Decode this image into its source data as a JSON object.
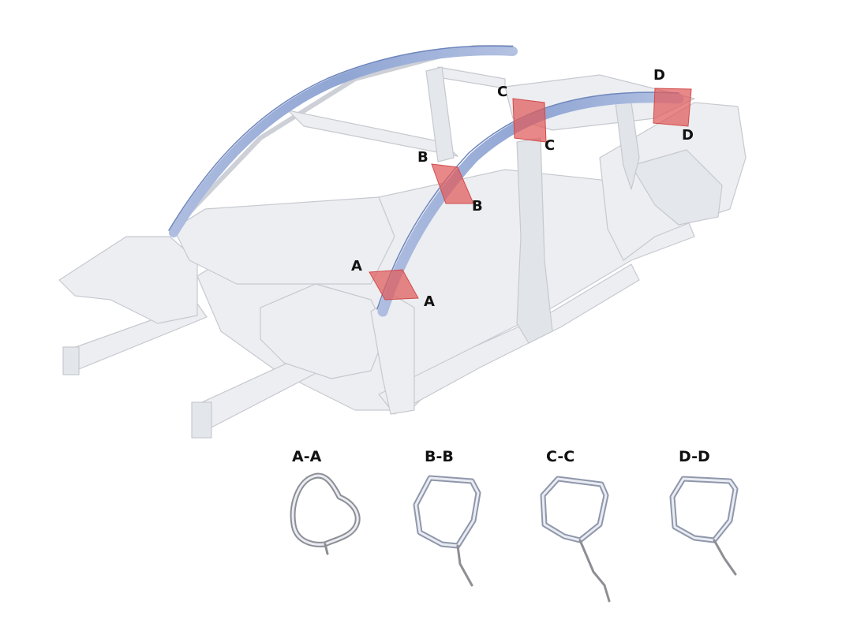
{
  "section_markers": [
    {
      "id": "A",
      "start_label": "A",
      "end_label": "A"
    },
    {
      "id": "B",
      "start_label": "B",
      "end_label": "B"
    },
    {
      "id": "C",
      "start_label": "C",
      "end_label": "C"
    },
    {
      "id": "D",
      "start_label": "D",
      "end_label": "D"
    }
  ],
  "cross_sections": [
    {
      "id": "A",
      "title": "A-A"
    },
    {
      "id": "B",
      "title": "B-B"
    },
    {
      "id": "C",
      "title": "C-C"
    },
    {
      "id": "D",
      "title": "D-D"
    }
  ],
  "colors": {
    "body_fill": "#eceef1",
    "body_stroke": "#c9ccd2",
    "roof_rail": "#9fb1d8",
    "section_plane": "#e05a5a",
    "profile_stroke": "#8d8f95",
    "profile_inner": "#e9ecf2"
  }
}
